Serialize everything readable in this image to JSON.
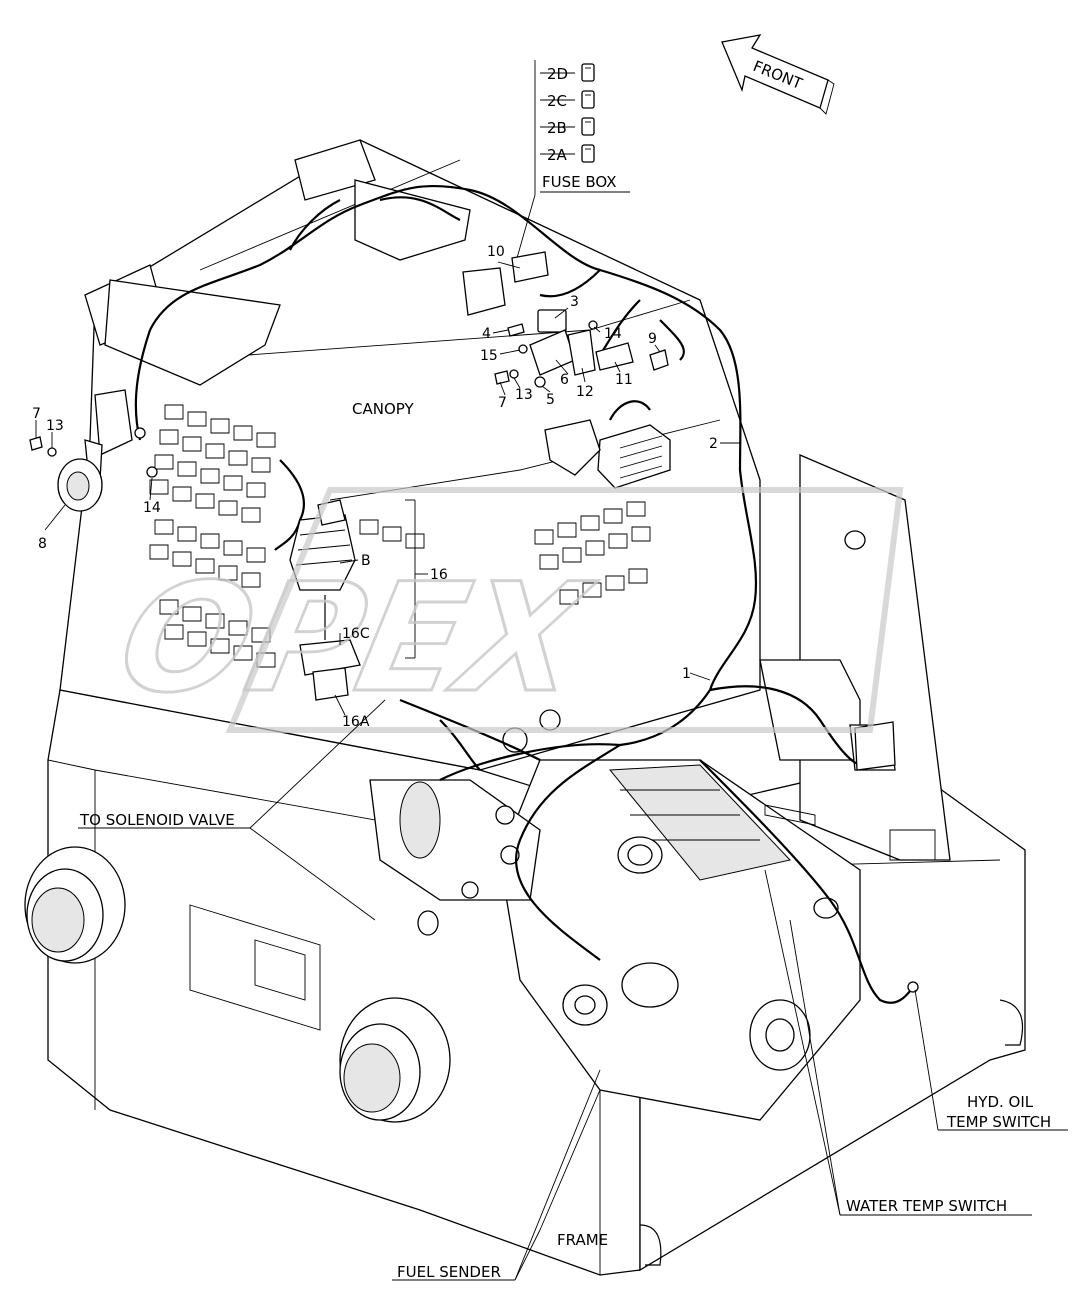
{
  "front_label": "FRONT",
  "fuse_box": {
    "fuses": [
      "2D",
      "2C",
      "2B",
      "2A"
    ],
    "label": "FUSE BOX"
  },
  "labels": {
    "canopy": "CANOPY",
    "frame": "FRAME",
    "to_solenoid_valve": "TO SOLENOID VALVE",
    "fuel_sender": "FUEL SENDER",
    "water_temp_switch": "WATER TEMP SWITCH",
    "hyd_oil_line1": "HYD. OIL",
    "hyd_oil_line2": "TEMP SWITCH"
  },
  "callouts": {
    "c1": "1",
    "c2": "2",
    "c3": "3",
    "c4": "4",
    "c5": "5",
    "c6": "6",
    "c7a": "7",
    "c7b": "7",
    "c8": "8",
    "c9": "9",
    "c10": "10",
    "c11": "11",
    "c12": "12",
    "c13a": "13",
    "c13b": "13",
    "c14a": "14",
    "c14b": "14",
    "c15": "15",
    "c16": "16",
    "c16a": "16A",
    "c16b": "B",
    "c16c": "16C"
  },
  "watermark": "OPEX"
}
